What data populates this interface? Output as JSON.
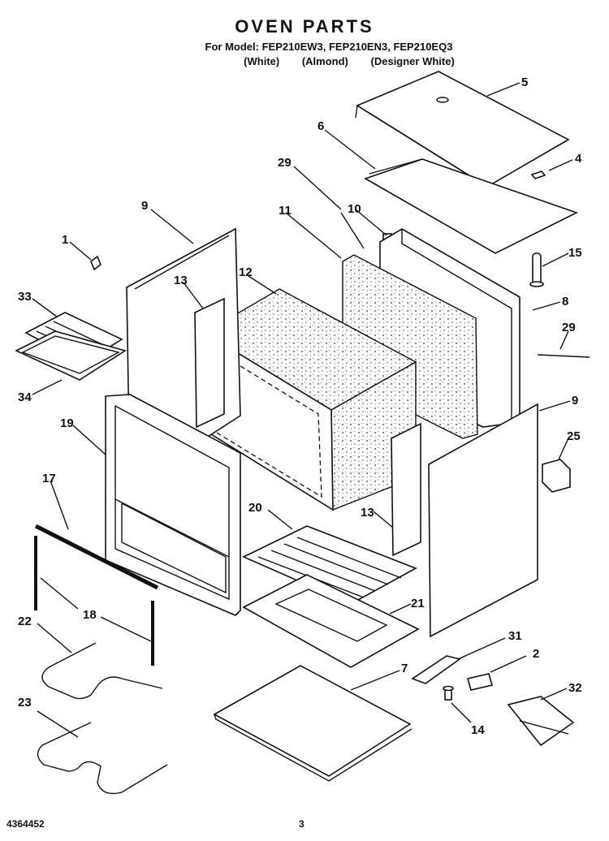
{
  "header": {
    "title": "OVEN PARTS",
    "model_line": "For Model: FEP210EW3, FEP210EN3, FEP210EQ3",
    "colors": [
      "(White)",
      "(Almond)",
      "(Designer White)"
    ]
  },
  "footer": {
    "part_number": "4364452",
    "page": "3"
  },
  "callouts": [
    "5",
    "6",
    "4",
    "29",
    "10",
    "9",
    "11",
    "15",
    "1",
    "12",
    "13",
    "33",
    "8",
    "29",
    "34",
    "9",
    "25",
    "19",
    "17",
    "20",
    "13",
    "21",
    "22",
    "18",
    "31",
    "2",
    "7",
    "32",
    "23",
    "14"
  ]
}
